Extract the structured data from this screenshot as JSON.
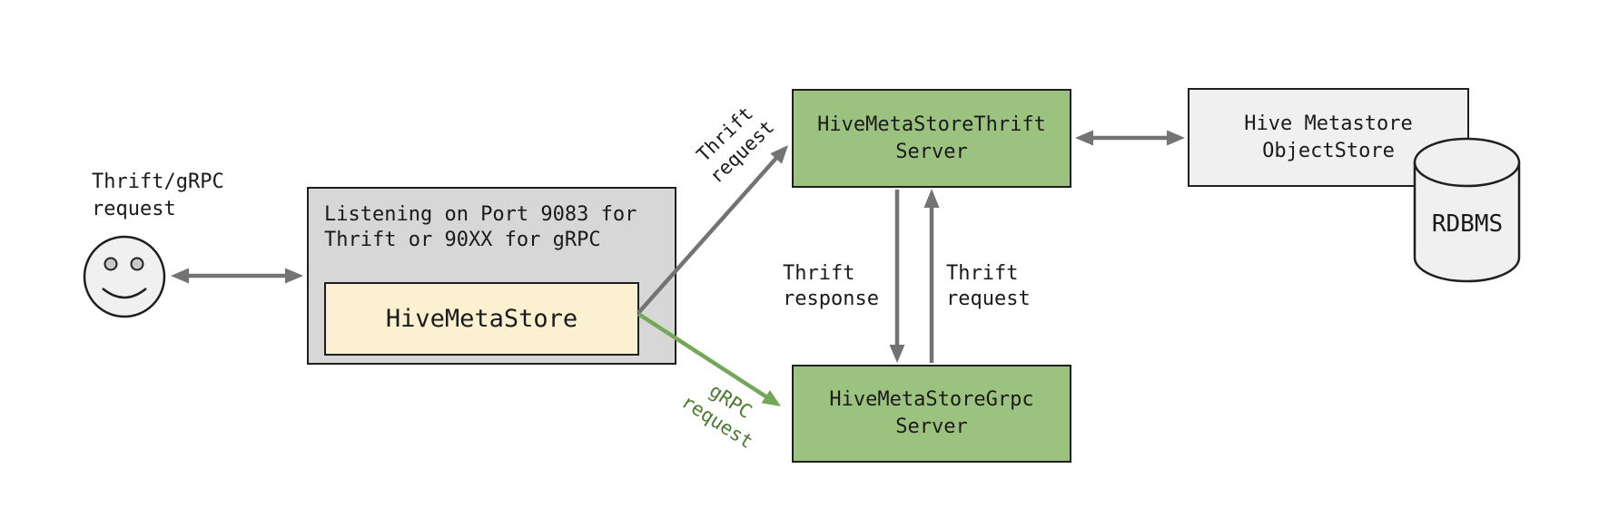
{
  "nodes": {
    "client": {
      "icon": "smiley-face",
      "label": [
        "Thrift/gRPC",
        "request"
      ]
    },
    "listener": {
      "text": [
        "Listening on Port 9083 for",
        "Thrift or 90XX for gRPC"
      ]
    },
    "hivemetastore": {
      "label": "HiveMetaStore"
    },
    "thrift_server": {
      "label": [
        "HiveMetaStoreThrift",
        "Server"
      ]
    },
    "grpc_server": {
      "label": [
        "HiveMetaStoreGrpc",
        "Server"
      ]
    },
    "objectstore": {
      "label": [
        "Hive Metastore",
        "ObjectStore"
      ]
    },
    "rdbms": {
      "icon": "database-cylinder",
      "label": "RDBMS"
    }
  },
  "edges": {
    "client_to_listener": {
      "style": "double-headed-arrow"
    },
    "listener_to_thrift_server": {
      "label": [
        "Thrift",
        "request"
      ],
      "style": "arrow"
    },
    "listener_to_grpc_server": {
      "label": [
        "gRPC",
        "request"
      ],
      "style": "green-arrow"
    },
    "thrift_server_to_grpc_server": {
      "label": [
        "Thrift",
        "response"
      ],
      "style": "arrow-down"
    },
    "grpc_server_to_thrift_server": {
      "label": [
        "Thrift",
        "request"
      ],
      "style": "arrow-up"
    },
    "thrift_server_to_objectstore": {
      "style": "double-headed-arrow"
    }
  },
  "colors": {
    "server_green": "#9cc280",
    "metastore_yellow": "#fbf0cf",
    "listener_gray": "#d7d7d7",
    "neutral_light": "#f0f0f0",
    "arrow_gray": "#737373",
    "arrow_green": "#74a757",
    "green_label_text": "#4c7a31",
    "border": "#1f1f1f"
  }
}
